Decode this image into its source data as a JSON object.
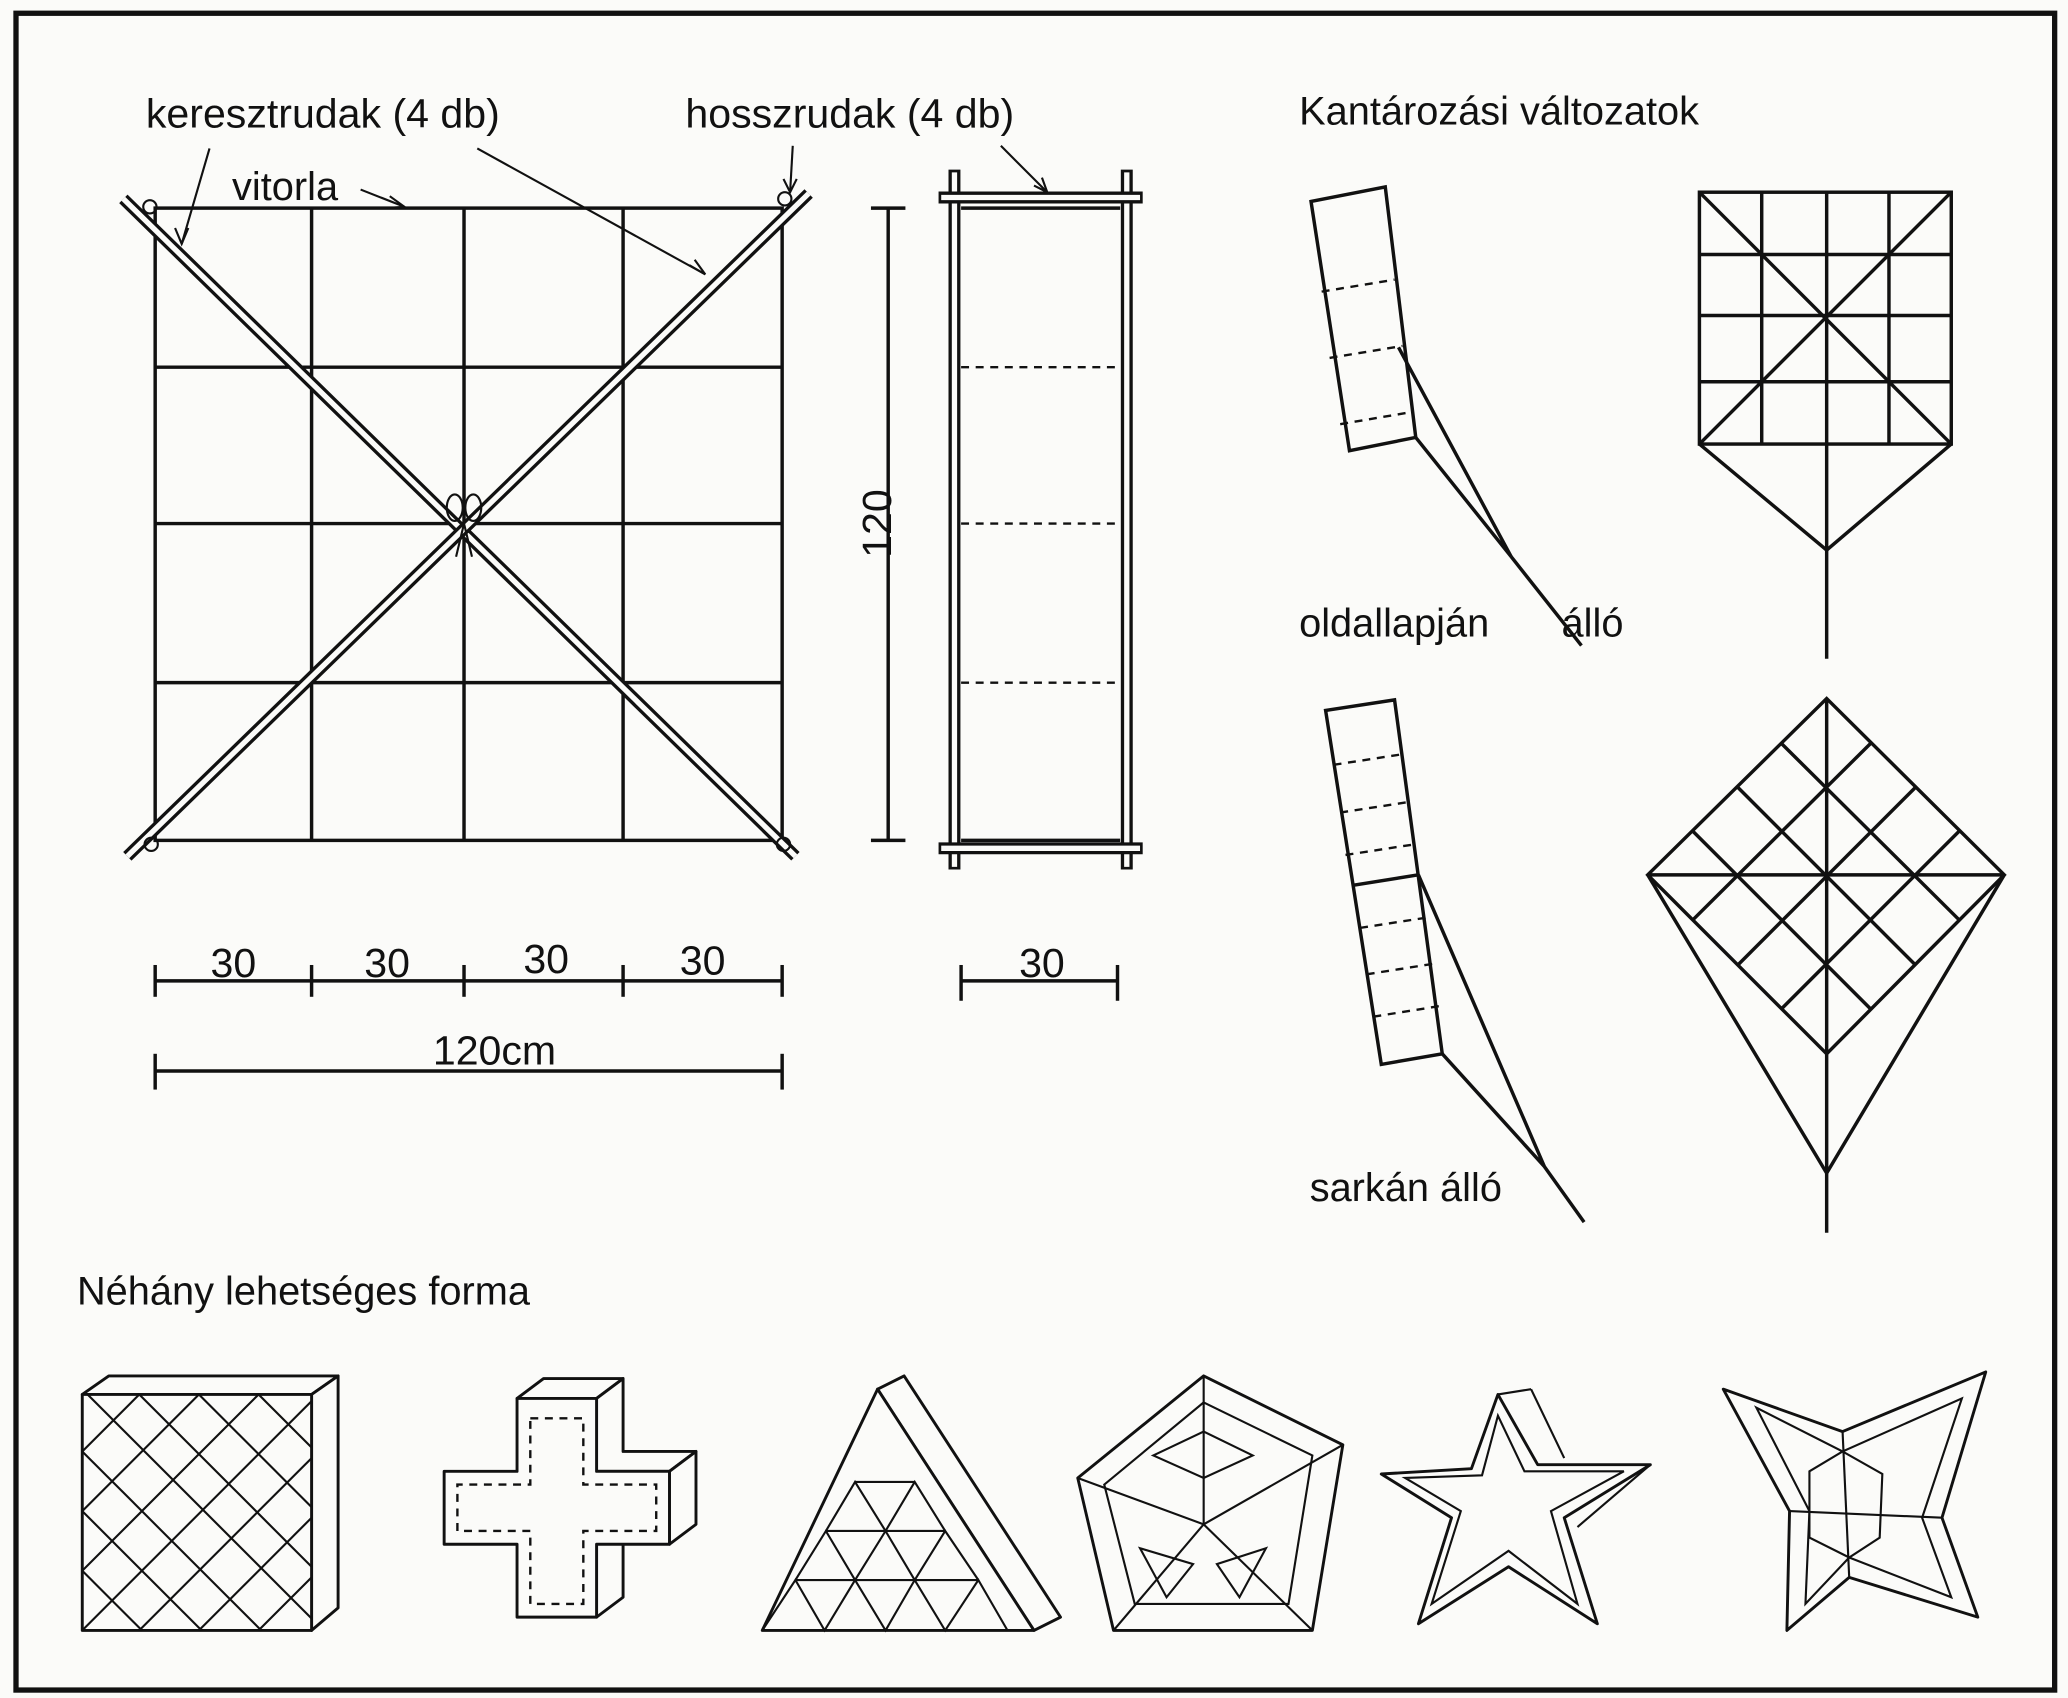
{
  "labels": {
    "cross_rods": "keresztrudak (4 db)",
    "long_rods": "hosszrudak (4 db)",
    "sail": "vitorla",
    "height": "120",
    "widths": [
      "30",
      "30",
      "30",
      "30"
    ],
    "total_width": "120cm",
    "depth": "30",
    "bridle_title": "Kantározási  változatok",
    "side_standing_1": "oldallapján",
    "side_standing_2": "álló",
    "corner_standing": "sarkán álló",
    "shapes_title": "Néhány  lehetséges forma"
  },
  "shapes": [
    "square",
    "cross",
    "triangle",
    "pentagon",
    "star",
    "four-point-star"
  ]
}
